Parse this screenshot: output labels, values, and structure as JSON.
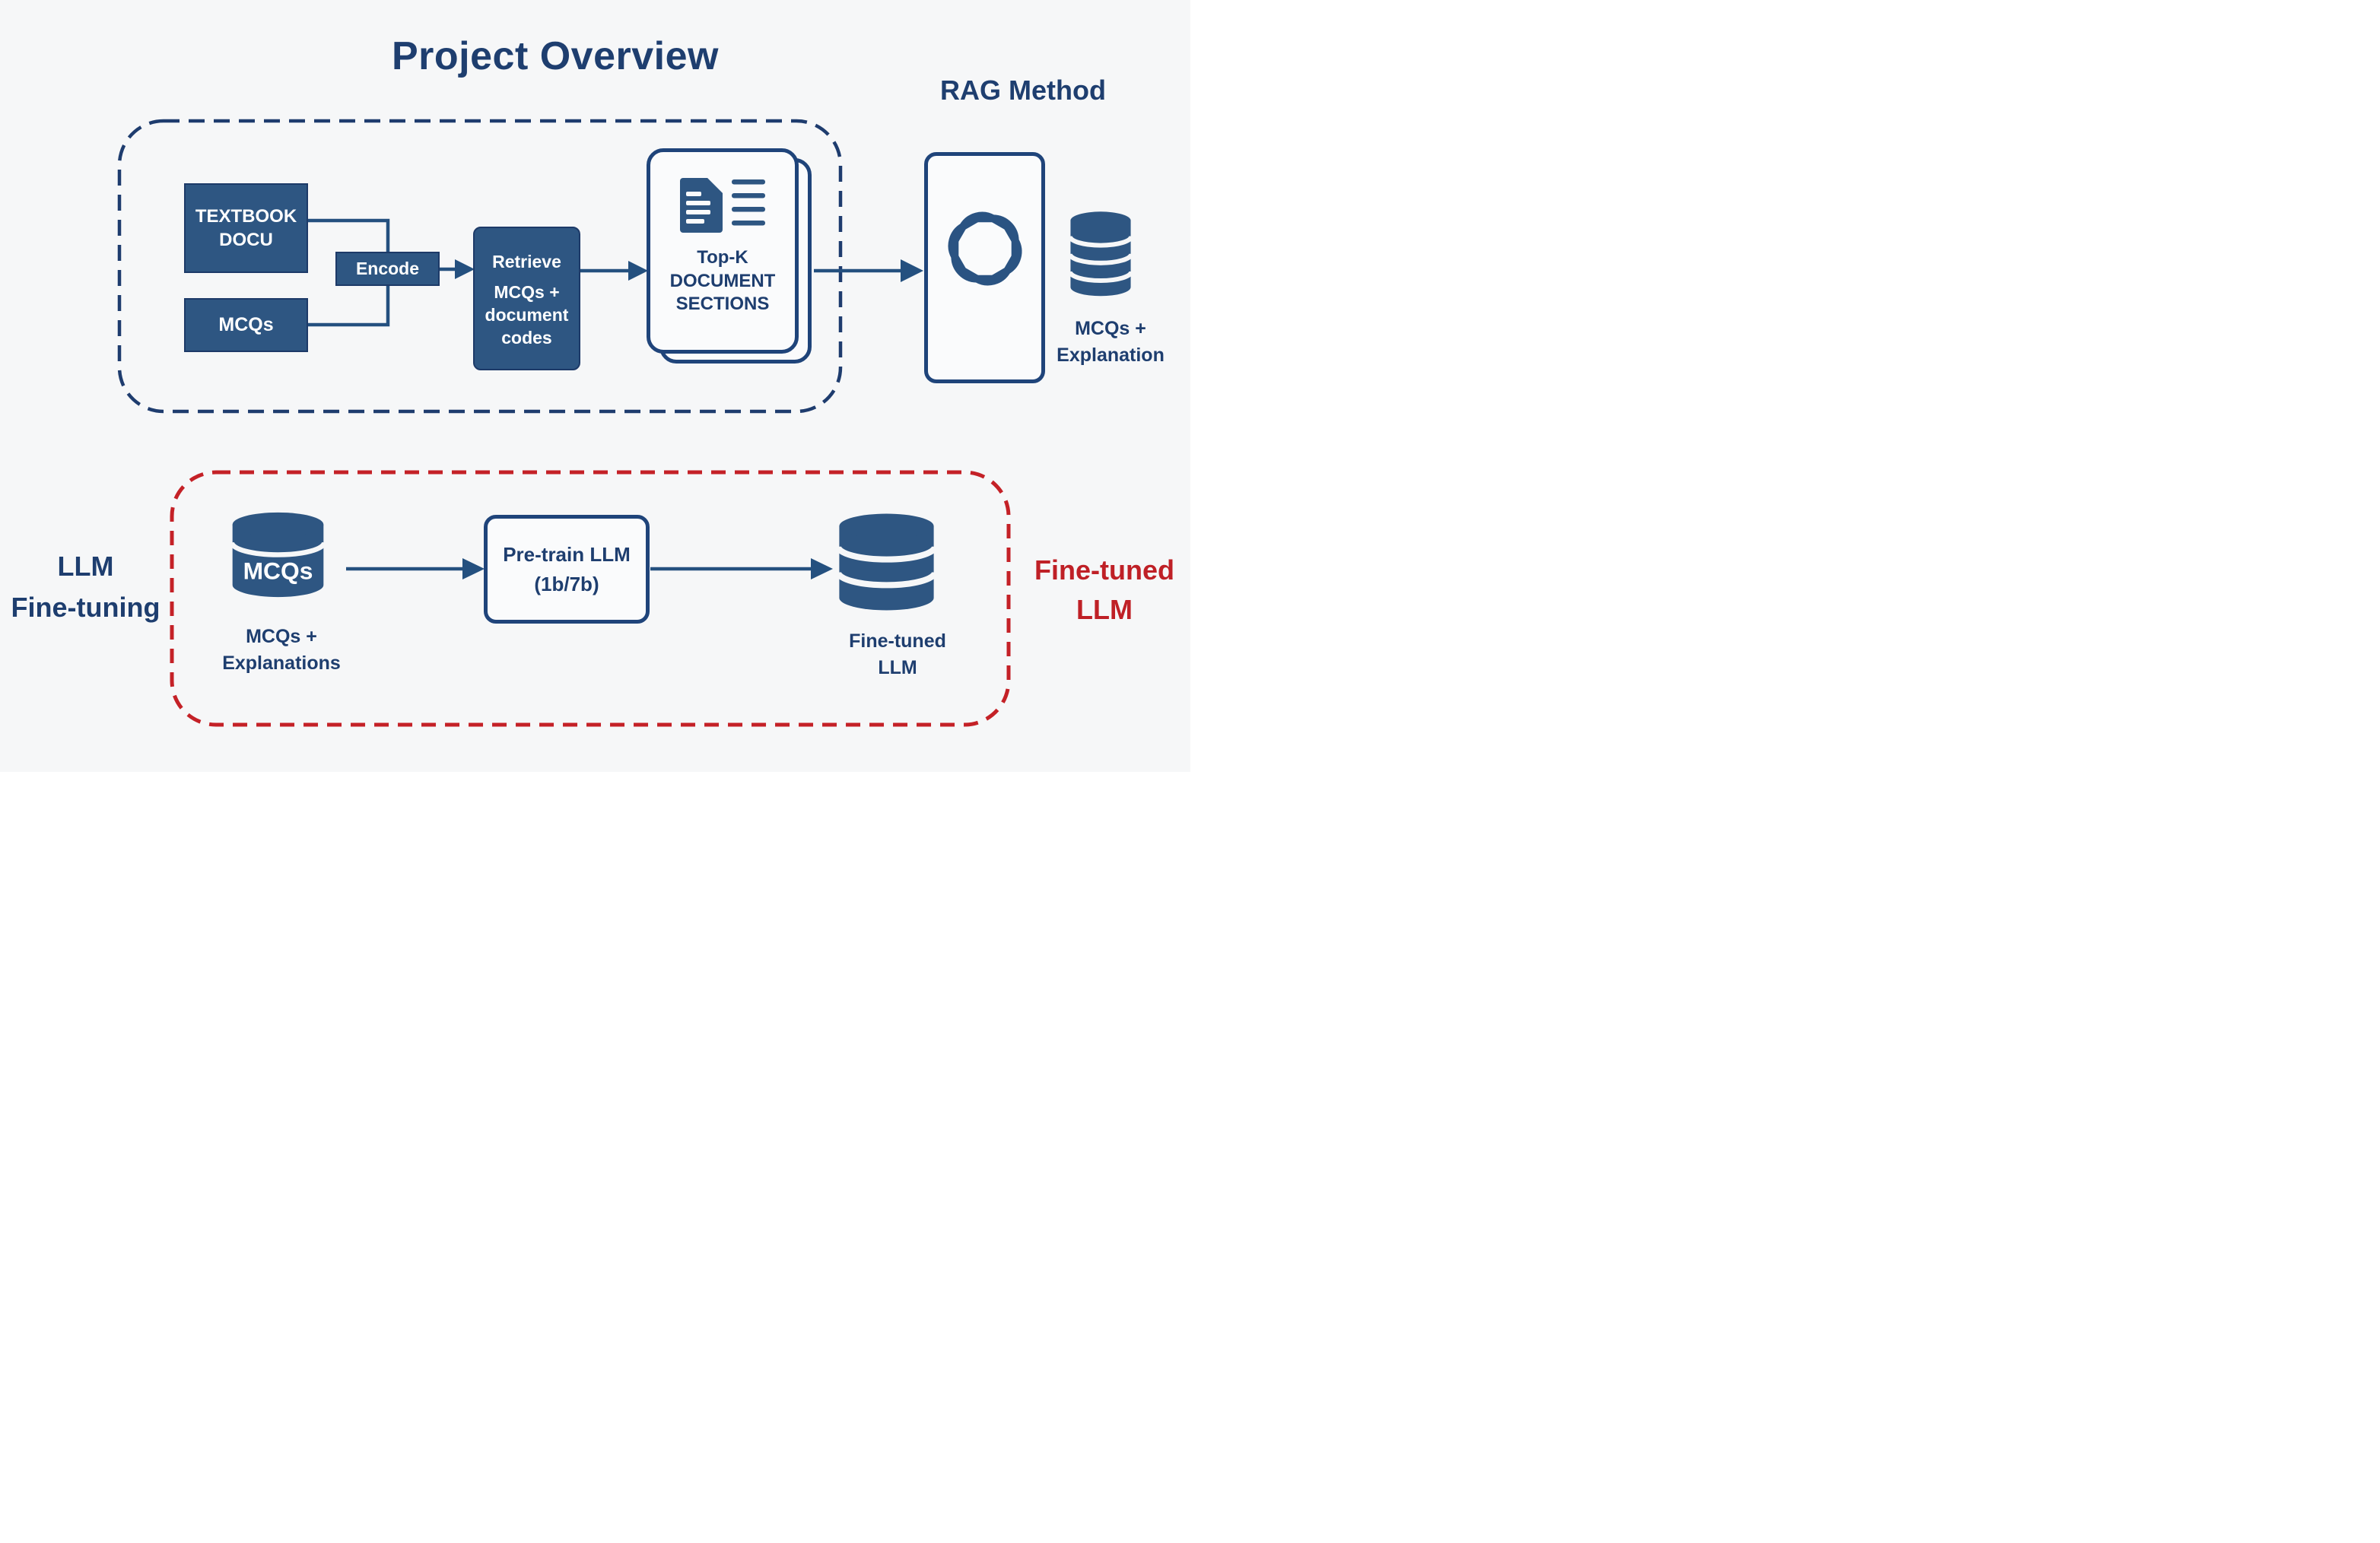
{
  "title": "Project Overview",
  "colors": {
    "navy_fill": "#2e5682",
    "navy_border": "#1d3a68",
    "navy_text": "#1e3e6f",
    "connector_navy": "#24507f",
    "boundary_blue": "#1e3c6e",
    "boundary_red": "#c42127",
    "result_red": "#bf2026",
    "background": "#f6f7f8",
    "white": "#ffffff"
  },
  "rag": {
    "heading": "RAG Method",
    "textbook_box": {
      "line1": "TEXTBOOK",
      "line2": "DOCU"
    },
    "mcqs_box": {
      "label": "MCQs"
    },
    "encode_box": {
      "label": "Encode"
    },
    "retrieve_box": {
      "line1": "Retrieve",
      "line2": "MCQs +",
      "line3": "document",
      "line4": "codes"
    },
    "topk_card": {
      "line1": "Top-K",
      "line2": "DOCUMENT",
      "line3": "SECTIONS"
    },
    "output_db_caption": {
      "line1": "MCQs +",
      "line2": "Explanation"
    }
  },
  "finetune": {
    "heading": {
      "line1": "LLM",
      "line2": "Fine-tuning"
    },
    "input_db": {
      "label": "MCQs",
      "caption_line1": "MCQs +",
      "caption_line2": "Explanations"
    },
    "pretrain_box": {
      "line1": "Pre-train LLM",
      "line2": "(1b/7b)"
    },
    "output_db_caption": {
      "line1": "Fine-tuned",
      "line2": "LLM"
    },
    "result_label": {
      "line1": "Fine-tuned",
      "line2": "LLM"
    }
  }
}
